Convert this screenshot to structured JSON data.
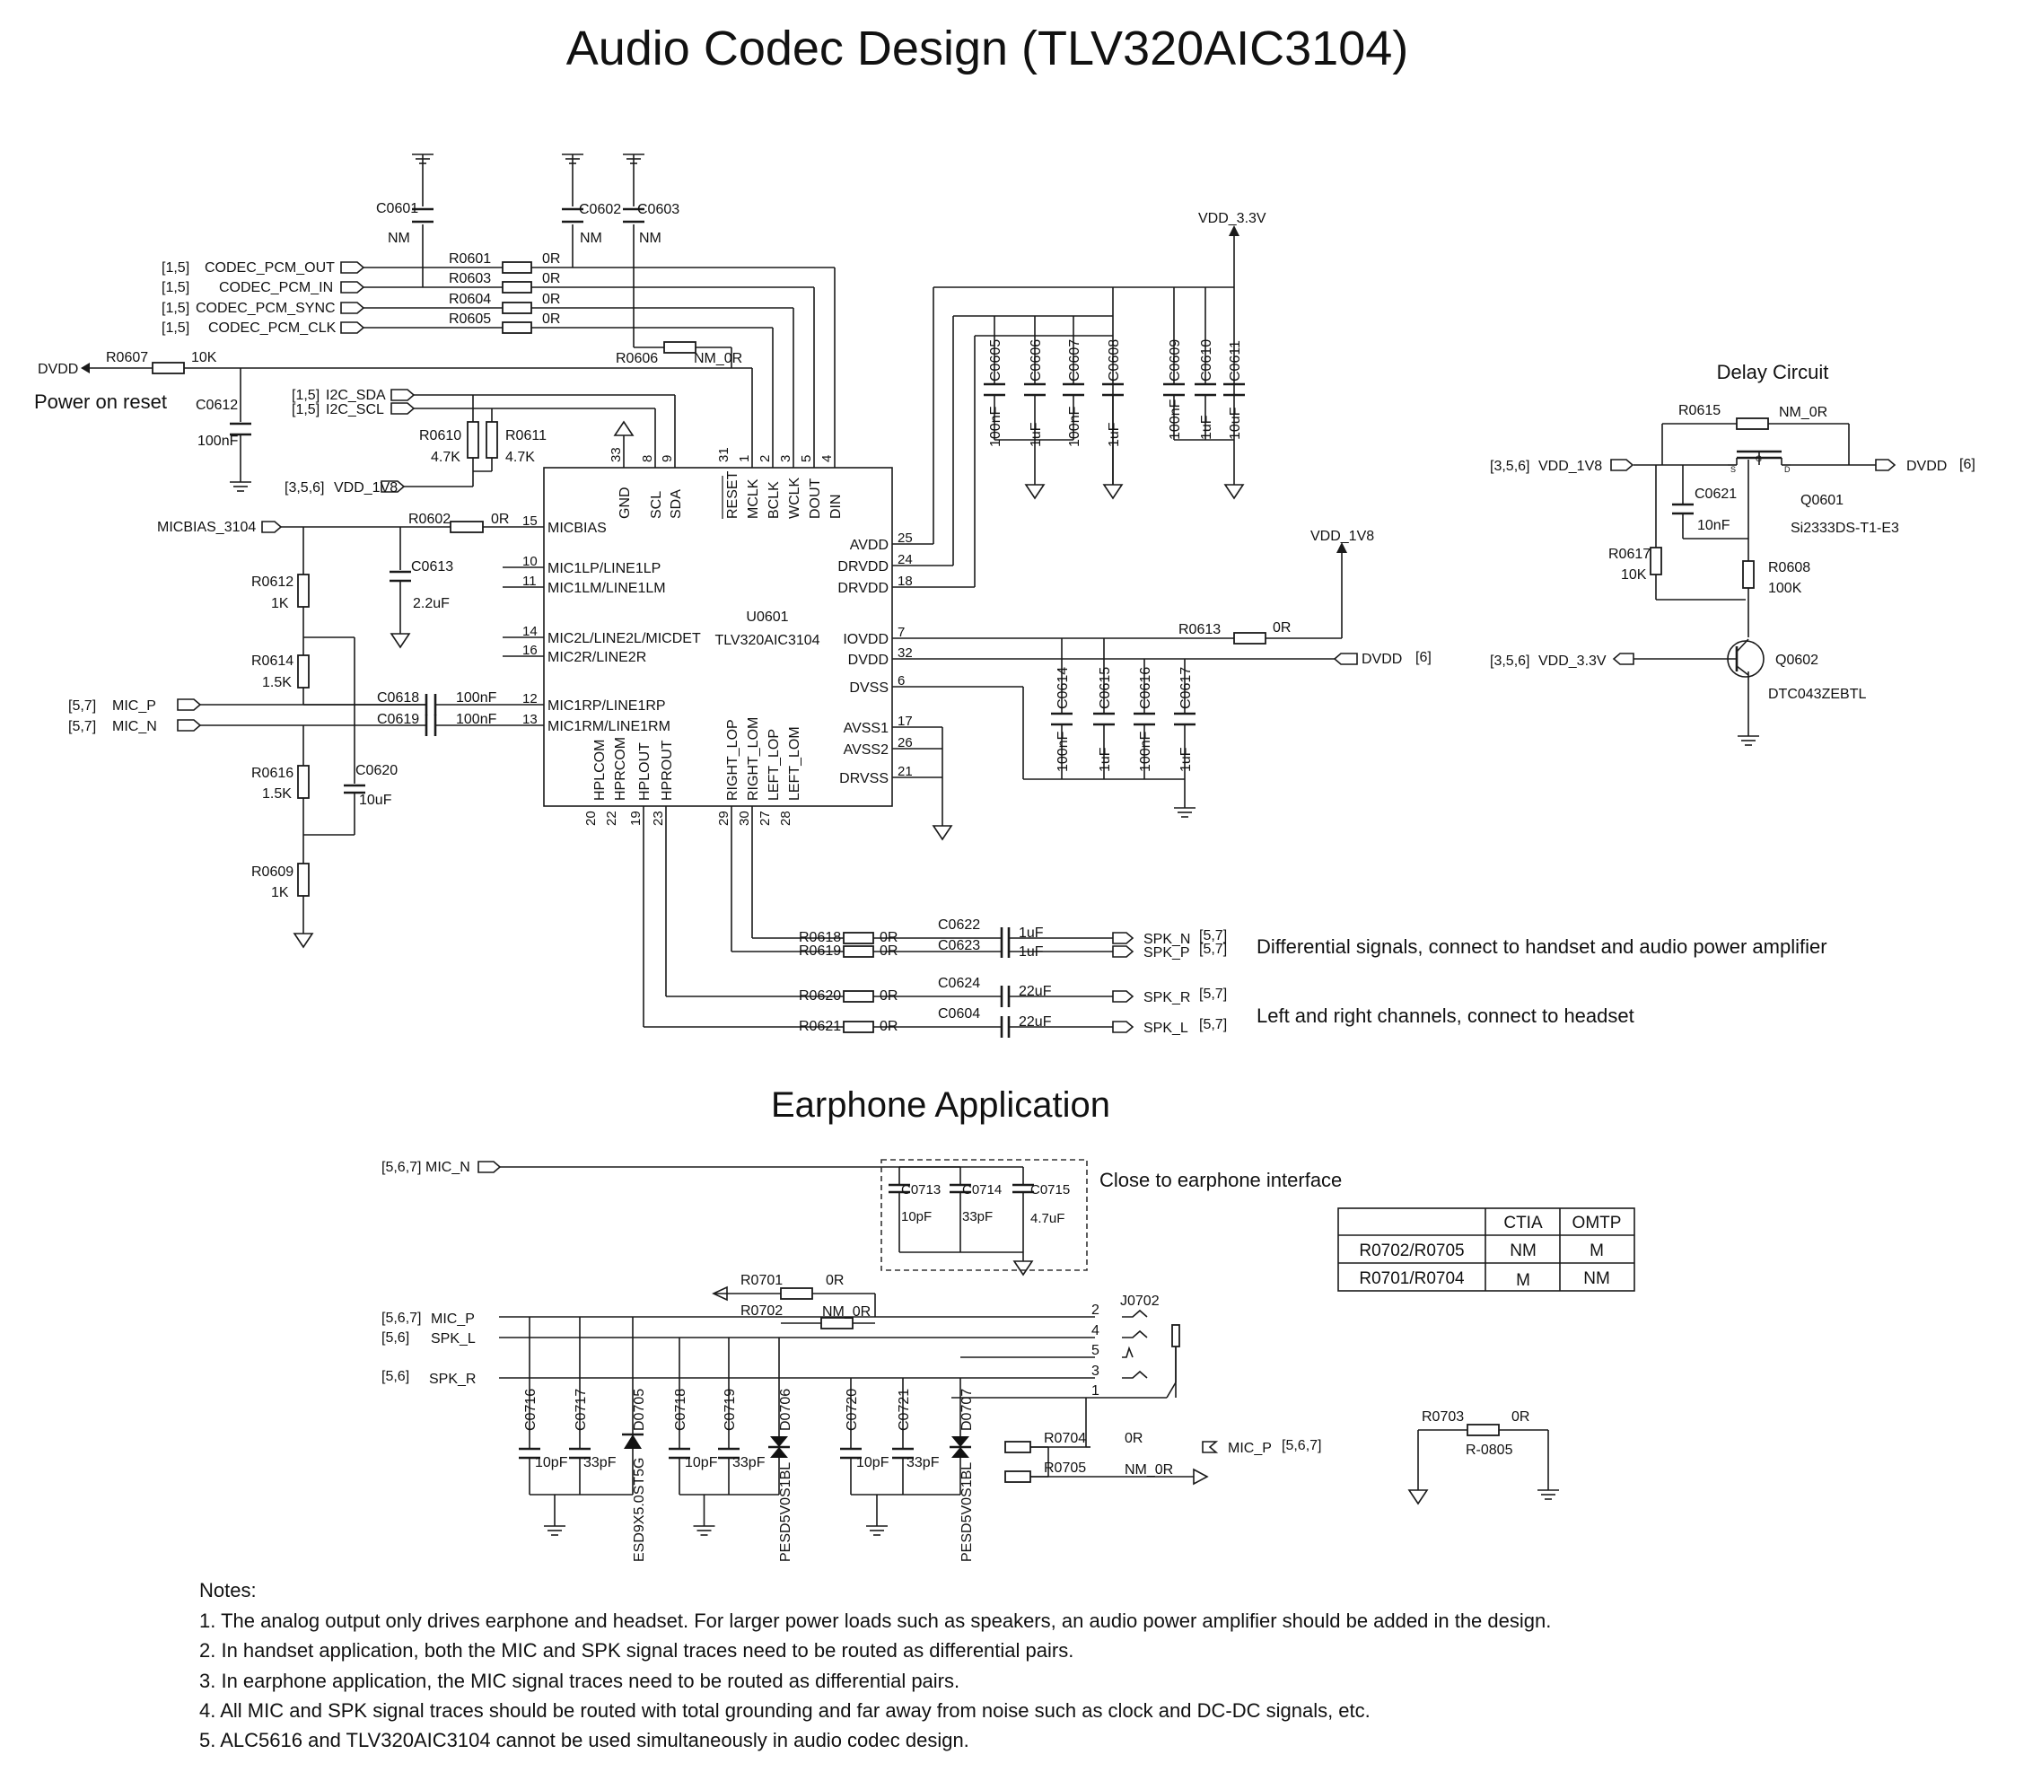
{
  "title": "Audio Codec Design (TLV320AIC3104)",
  "earphone_title": "Earphone Application",
  "delay_title": "Delay Circuit",
  "power_on_reset": "Power on reset",
  "close_to_interface": "Close to earphone interface",
  "diff_note": "Differential signals, connect to handset and audio power amplifier",
  "lr_note": "Left and right channels, connect to headset",
  "chip": {
    "ref": "U0601",
    "part": "TLV320AIC3104"
  },
  "chip_pins_top": [
    {
      "num": "33",
      "name": "GND"
    },
    {
      "num": "8",
      "name": "SCL"
    },
    {
      "num": "9",
      "name": "SDA"
    },
    {
      "num": "31",
      "name": "RESET"
    },
    {
      "num": "1",
      "name": "MCLK"
    },
    {
      "num": "2",
      "name": "BCLK"
    },
    {
      "num": "3",
      "name": "WCLK"
    },
    {
      "num": "5",
      "name": "DOUT"
    },
    {
      "num": "4",
      "name": "DIN"
    }
  ],
  "chip_pins_left": [
    {
      "num": "15",
      "name": "MICBIAS"
    },
    {
      "num": "10",
      "name": "MIC1LP/LINE1LP"
    },
    {
      "num": "11",
      "name": "MIC1LM/LINE1LM"
    },
    {
      "num": "14",
      "name": "MIC2L/LINE2L/MICDET"
    },
    {
      "num": "16",
      "name": "MIC2R/LINE2R"
    },
    {
      "num": "12",
      "name": "MIC1RP/LINE1RP"
    },
    {
      "num": "13",
      "name": "MIC1RM/LINE1RM"
    }
  ],
  "chip_pins_right": [
    {
      "num": "25",
      "name": "AVDD"
    },
    {
      "num": "24",
      "name": "DRVDD"
    },
    {
      "num": "18",
      "name": "DRVDD"
    },
    {
      "num": "7",
      "name": "IOVDD"
    },
    {
      "num": "32",
      "name": "DVDD"
    },
    {
      "num": "6",
      "name": "DVSS"
    },
    {
      "num": "17",
      "name": "AVSS1"
    },
    {
      "num": "26",
      "name": "AVSS2"
    },
    {
      "num": "21",
      "name": "DRVSS"
    }
  ],
  "chip_pins_bottom": [
    {
      "num": "20",
      "name": "HPLCOM"
    },
    {
      "num": "22",
      "name": "HPRCOM"
    },
    {
      "num": "19",
      "name": "HPLOUT"
    },
    {
      "num": "23",
      "name": "HPROUT"
    },
    {
      "num": "29",
      "name": "RIGHT_LOP"
    },
    {
      "num": "30",
      "name": "RIGHT_LOM"
    },
    {
      "num": "27",
      "name": "LEFT_LOP"
    },
    {
      "num": "28",
      "name": "LEFT_LOM"
    }
  ],
  "pcm_nets": [
    {
      "sheet": "[1,5]",
      "net": "CODEC_PCM_OUT",
      "res": "R0601",
      "val": "0R"
    },
    {
      "sheet": "[1,5]",
      "net": "CODEC_PCM_IN",
      "res": "R0603",
      "val": "0R"
    },
    {
      "sheet": "[1,5]",
      "net": "CODEC_PCM_SYNC",
      "res": "R0604",
      "val": "0R"
    },
    {
      "sheet": "[1,5]",
      "net": "CODEC_PCM_CLK",
      "res": "R0605",
      "val": "0R"
    }
  ],
  "top_caps": [
    {
      "ref": "C0601",
      "val": "NM"
    },
    {
      "ref": "C0602",
      "val": "NM"
    },
    {
      "ref": "C0603",
      "val": "NM"
    }
  ],
  "r0606": {
    "ref": "R0606",
    "val": "NM_0R"
  },
  "r0607": {
    "ref": "R0607",
    "val": "10K",
    "net": "DVDD"
  },
  "c0612": {
    "ref": "C0612",
    "val": "100nF"
  },
  "i2c": {
    "sheet1": "[1,5]",
    "sda": "I2C_SDA",
    "sheet2": "[1,5]",
    "scl": "I2C_SCL"
  },
  "r0610": {
    "ref": "R0610",
    "val": "4.7K"
  },
  "r0611": {
    "ref": "R0611",
    "val": "4.7K"
  },
  "vdd1v8_in": {
    "sheet": "[3,5,6]",
    "net": "VDD_1V8"
  },
  "micbias": {
    "net": "MICBIAS_3104",
    "res": "R0602",
    "val": "0R"
  },
  "c0613": {
    "ref": "C0613",
    "val": "2.2uF"
  },
  "r0612": {
    "ref": "R0612",
    "val": "1K"
  },
  "r0614": {
    "ref": "R0614",
    "val": "1.5K"
  },
  "r0616": {
    "ref": "R0616",
    "val": "1.5K"
  },
  "r0609": {
    "ref": "R0609",
    "val": "1K"
  },
  "c0620": {
    "ref": "C0620",
    "val": "10uF"
  },
  "mic_in": [
    {
      "sheet": "[5,7]",
      "net": "MIC_P",
      "cap": "C0618",
      "val": "100nF"
    },
    {
      "sheet": "[5,7]",
      "net": "MIC_N",
      "cap": "C0619",
      "val": "100nF"
    }
  ],
  "vdd33": "VDD_3.3V",
  "vdd1v8": "VDD_1V8",
  "supply_caps_a": [
    {
      "ref": "C0605",
      "val": "100nF"
    },
    {
      "ref": "C0606",
      "val": "1uF"
    },
    {
      "ref": "C0607",
      "val": "100nF"
    },
    {
      "ref": "C0608",
      "val": "1uF"
    }
  ],
  "supply_caps_b": [
    {
      "ref": "C0609",
      "val": "100nF"
    },
    {
      "ref": "C0610",
      "val": "1uF"
    },
    {
      "ref": "C0611",
      "val": "10uF"
    }
  ],
  "supply_caps_c": [
    {
      "ref": "C0614",
      "val": "100nF"
    },
    {
      "ref": "C0615",
      "val": "1uF"
    },
    {
      "ref": "C0616",
      "val": "100nF"
    },
    {
      "ref": "C0617",
      "val": "1uF"
    }
  ],
  "r0613": {
    "ref": "R0613",
    "val": "0R"
  },
  "dvdd_out": {
    "net": "DVDD",
    "sheet": "[6]"
  },
  "outputs": [
    {
      "res": "R0618",
      "rval": "0R",
      "cap": "C0622",
      "cval": "1uF",
      "net": "SPK_N",
      "sheet": "[5,7]"
    },
    {
      "res": "R0619",
      "rval": "0R",
      "cap": "C0623",
      "cval": "1uF",
      "net": "SPK_P",
      "sheet": "[5,7]"
    },
    {
      "res": "R0620",
      "rval": "0R",
      "cap": "C0624",
      "cval": "22uF",
      "net": "SPK_R",
      "sheet": "[5,7]"
    },
    {
      "res": "R0621",
      "rval": "0R",
      "cap": "C0604",
      "cval": "22uF",
      "net": "SPK_L",
      "sheet": "[5,7]"
    }
  ],
  "delay": {
    "r0615": {
      "ref": "R0615",
      "val": "NM_0R"
    },
    "in": {
      "sheet": "[3,5,6]",
      "net": "VDD_1V8"
    },
    "out": {
      "net": "DVDD",
      "sheet": "[6]"
    },
    "c0621": {
      "ref": "C0621",
      "val": "10nF"
    },
    "q0601": {
      "ref": "Q0601",
      "part": "Si2333DS-T1-E3"
    },
    "r0617": {
      "ref": "R0617",
      "val": "10K"
    },
    "r0608": {
      "ref": "R0608",
      "val": "100K"
    },
    "in2": {
      "sheet": "[3,5,6]",
      "net": "VDD_3.3V"
    },
    "q0602": {
      "ref": "Q0602",
      "part": "DTC043ZEBTL"
    },
    "pins": {
      "s": "S",
      "g": "G",
      "d": "D"
    }
  },
  "earphone": {
    "mic_n": {
      "sheet": "[5,6,7]",
      "net": "MIC_N"
    },
    "caps_close": [
      {
        "ref": "C0713",
        "val": "10pF"
      },
      {
        "ref": "C0714",
        "val": "33pF"
      },
      {
        "ref": "C0715",
        "val": "4.7uF"
      }
    ],
    "r0701": {
      "ref": "R0701",
      "val": "0R"
    },
    "r0702": {
      "ref": "R0702",
      "val": "NM_0R"
    },
    "jack": "J0702",
    "jack_pins": [
      "2",
      "4",
      "5",
      "3",
      "1"
    ],
    "inputs": [
      {
        "sheet": "[5,6,7]",
        "net": "MIC_P"
      },
      {
        "sheet": "[5,6]",
        "net": "SPK_L"
      },
      {
        "sheet": "[5,6]",
        "net": "SPK_R"
      }
    ],
    "esd_groups": [
      {
        "c1": "C0716",
        "v1": "10pF",
        "c2": "C0717",
        "v2": "33pF",
        "d": "D0705",
        "dp": "ESD9X5.0ST5G"
      },
      {
        "c1": "C0718",
        "v1": "10pF",
        "c2": "C0719",
        "v2": "33pF",
        "d": "D0706",
        "dp": "PESD5V0S1BL"
      },
      {
        "c1": "C0720",
        "v1": "10pF",
        "c2": "C0721",
        "v2": "33pF",
        "d": "D0707",
        "dp": "PESD5V0S1BL"
      }
    ],
    "r0704": {
      "ref": "R0704",
      "val": "0R"
    },
    "r0705": {
      "ref": "R0705",
      "val": "NM_0R"
    },
    "mic_p_out": {
      "net": "MIC_P",
      "sheet": "[5,6,7]"
    },
    "r0703": {
      "ref": "R0703",
      "val": "0R",
      "pkg": "R-0805"
    }
  },
  "table": {
    "headers": [
      "",
      "CTIA",
      "OMTP"
    ],
    "rows": [
      [
        "R0702/R0705",
        "NM",
        "M"
      ],
      [
        "R0701/R0704",
        "M",
        "NM"
      ]
    ]
  },
  "notes_title": "Notes:",
  "notes": [
    "1. The analog output only drives earphone and headset. For larger power loads such as speakers, an audio power amplifier should be added in the design.",
    "2. In handset application, both the MIC and SPK signal traces need to be routed as differential pairs.",
    "3. In earphone application, the MIC signal traces need to be routed as differential pairs.",
    "4. All MIC and SPK signal traces should be routed with total grounding and far away from noise such as clock and DC-DC signals, etc.",
    "5. ALC5616 and TLV320AIC3104 cannot be used simultaneously in audio codec design."
  ]
}
